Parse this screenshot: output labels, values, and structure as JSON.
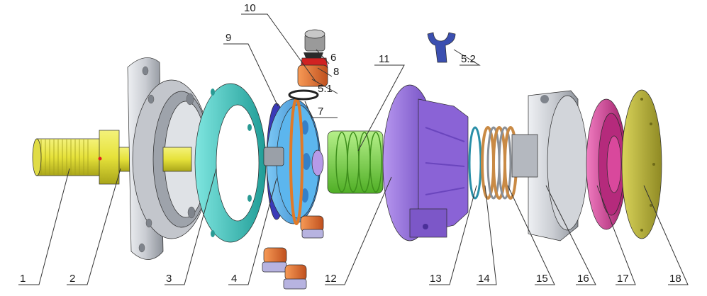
{
  "diagram": {
    "kind": "exploded view",
    "labels": {
      "p1": "1",
      "p2": "2",
      "p3": "3",
      "p4": "4",
      "p5_1": "5.1",
      "p5_2": "5.2",
      "p6": "6",
      "p7": "7",
      "p8": "8",
      "p9": "9",
      "p10": "10",
      "p11": "11",
      "p12": "12",
      "p13": "13",
      "p14": "14",
      "p15": "15",
      "p16": "16",
      "p17": "17",
      "p18": "18"
    }
  },
  "colors": {
    "shaft": "#e6e23a",
    "housing": "#c9ccd2",
    "ring": "#37c7c0",
    "cylinder_block": "#3f9de0",
    "port_plate": "#3a3ab8",
    "rings_orange": "#e07a28",
    "piston": "#d8542a",
    "piston_cap": "#8a86c8",
    "slipper": "#3b4fb0",
    "spring": "#7ad83c",
    "body": "#8a63d6",
    "friction_disc": "#c98a45",
    "o_ring": "#2a8fa8",
    "rear_housing": "#c8cbd1",
    "brake_piston": "#d02e8e",
    "end_cover": "#b8b238"
  }
}
